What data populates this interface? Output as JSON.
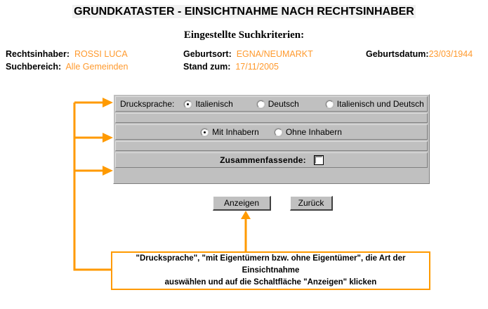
{
  "header": {
    "title": "GRUNDKATASTER - EINSICHTNAHME NACH RECHTSINHABER",
    "criteria_heading": "Eingestellte Suchkriterien:"
  },
  "criteria": [
    {
      "label": "Rechtsinhaber:",
      "value": "ROSSI LUCA"
    },
    {
      "label": "Suchbereich:",
      "value": "Alle Gemeinden"
    },
    {
      "label": "Geburtsort:",
      "value": "EGNA/NEUMARKT"
    },
    {
      "label": "Stand zum:",
      "value": "17/11/2005"
    },
    {
      "label": "Geburtsdatum:",
      "value": "23/03/1944"
    }
  ],
  "form": {
    "language_label": "Drucksprache:",
    "language_options": [
      {
        "label": "Italienisch",
        "checked": true
      },
      {
        "label": "Deutsch",
        "checked": false
      },
      {
        "label": "Italienisch und Deutsch",
        "checked": false
      }
    ],
    "owner_options": [
      {
        "label": "Mit Inhabern",
        "checked": true
      },
      {
        "label": "Ohne Inhabern",
        "checked": false
      }
    ],
    "summary_label": "Zusammenfassende:",
    "summary_checked": false
  },
  "buttons": {
    "submit": "Anzeigen",
    "back": "Zurück"
  },
  "annotation": {
    "line1": "\"Drucksprache\", \"mit  Eigentümern bzw. ohne Eigentümer\", die Art der Einsichtnahme",
    "line2": "auswählen und auf die Schaltfläche \"Anzeigen\" klicken"
  },
  "colors": {
    "accent_orange": "#ff9a00",
    "value_orange": "#ff9a2e",
    "panel_gray": "#c0c0c0",
    "title_highlight": "#f2f2f2"
  }
}
